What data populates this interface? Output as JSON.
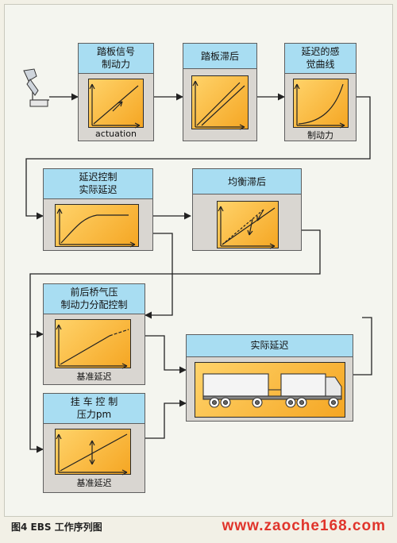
{
  "boxes": {
    "pedal_signal": {
      "title": "踏板信号\n制动力",
      "caption": "actuation"
    },
    "pedal_lag": {
      "title": "踏板滞后"
    },
    "delay_curve": {
      "title": "延迟的感\n觉曲线",
      "caption": "制动力"
    },
    "delay_control": {
      "title": "延迟控制\n实际延迟"
    },
    "balance_lag": {
      "title": "均衡滞后"
    },
    "axle_distribution": {
      "title": "前后桥气压\n制动力分配控制",
      "caption": "基准延迟"
    },
    "actual_delay": {
      "title": "实际延迟"
    },
    "trailer_control": {
      "title": "挂 车 控 制\n压力pm",
      "caption": "基准延迟"
    }
  },
  "figure_caption": "图4 EBS 工作序列图",
  "watermark": "www.zaoche168.com",
  "colors": {
    "title_bar": "#a8ddf2",
    "graph_fill": "#f5a623",
    "box_fill": "#d9d6d1",
    "background": "#f4f5ef",
    "watermark": "#e0342b"
  },
  "icons": [
    "brake-pedal-icon",
    "truck-trailer-icon"
  ]
}
